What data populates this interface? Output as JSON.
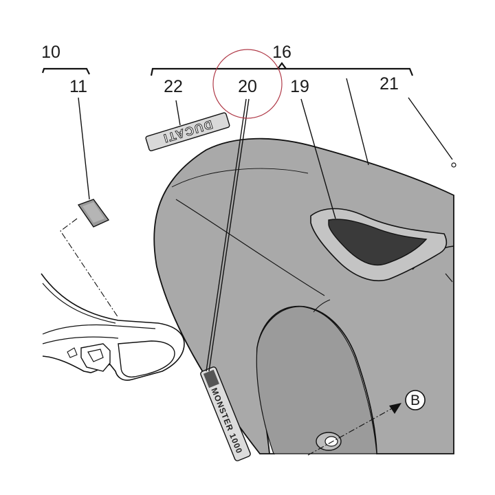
{
  "callouts": [
    {
      "id": "c10",
      "label": "10"
    },
    {
      "id": "c11",
      "label": "11"
    },
    {
      "id": "c16",
      "label": "16"
    },
    {
      "id": "c22",
      "label": "22"
    },
    {
      "id": "c20",
      "label": "20"
    },
    {
      "id": "c19",
      "label": "19"
    },
    {
      "id": "c21",
      "label": "21"
    }
  ],
  "view_marker": {
    "label": "B"
  },
  "decals": {
    "logo_text": "DUCATI",
    "strip_text": "MONSTER 1000"
  },
  "colors": {
    "panel_fill": "#a9a9a9",
    "panel_dark": "#8e8e8e",
    "insert_fill": "#3a3a3a",
    "line": "#111111",
    "highlight_circle": "#b03a48"
  }
}
